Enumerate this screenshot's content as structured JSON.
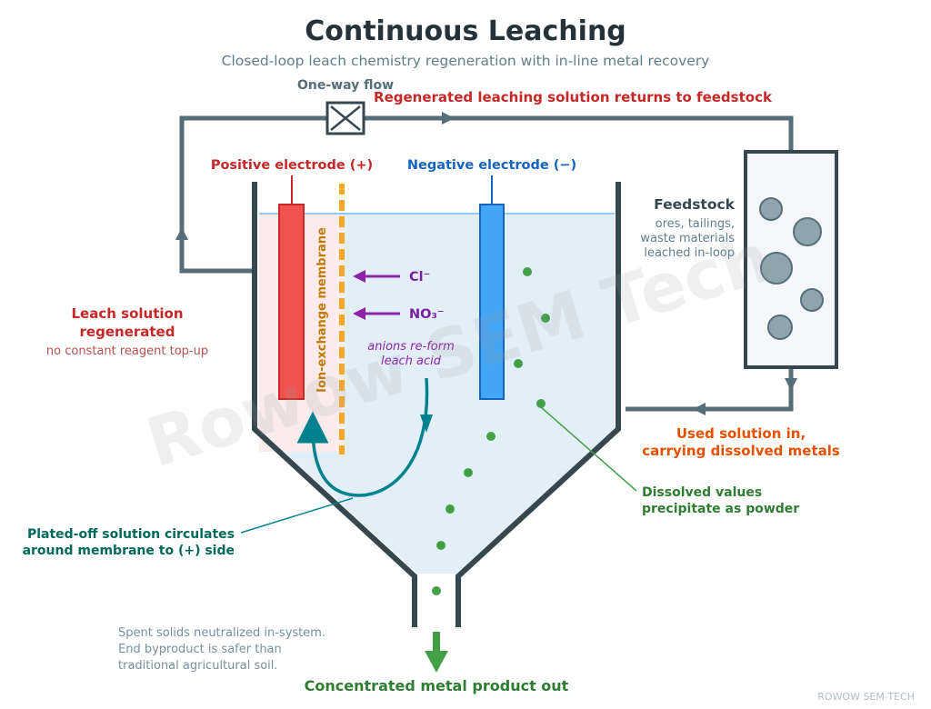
{
  "header": {
    "title": "Continuous Leaching",
    "subtitle": "Closed-loop leach chemistry regeneration with in-line metal recovery"
  },
  "flow": {
    "valve_label": "One-way flow",
    "return_label": "Regenerated leaching solution returns to feedstock",
    "used_line1": "Used solution in,",
    "used_line2": "carrying dissolved metals"
  },
  "electrodes": {
    "positive_label": "Positive electrode (+)",
    "negative_label": "Negative electrode (−)"
  },
  "membrane": {
    "label": "Ion-exchange membrane"
  },
  "ions": {
    "chloride": "Cl⁻",
    "nitrate": "NO₃⁻",
    "note_line1": "anions re-form",
    "note_line2": "leach acid"
  },
  "feedstock": {
    "title": "Feedstock",
    "line1": "ores, tailings,",
    "line2": "waste materials",
    "line3": "leached in-loop"
  },
  "regen": {
    "line1": "Leach solution",
    "line2": "regenerated",
    "note": "no constant reagent top-up"
  },
  "precipitate": {
    "line1": "Dissolved values",
    "line2": "precipitate as powder"
  },
  "circulation": {
    "line1": "Plated-off solution circulates",
    "line2": "around membrane to (+) side"
  },
  "spent": {
    "line1": "Spent solids neutralized in-system.",
    "line2": "End byproduct is safer than",
    "line3": "traditional agricultural soil."
  },
  "output": {
    "label": "Concentrated metal product out"
  },
  "watermark": {
    "text": "Rowow SEM Tech"
  },
  "credit": {
    "text": "ROWOW SEM TECH"
  },
  "colors": {
    "dark": "#37474f",
    "red": "#c62828",
    "blue": "#1565c0",
    "orange": "#e65100",
    "green": "#2e7d32",
    "teal": "#00796b",
    "purple": "#7b1fa2",
    "membrane": "#f9a825"
  }
}
